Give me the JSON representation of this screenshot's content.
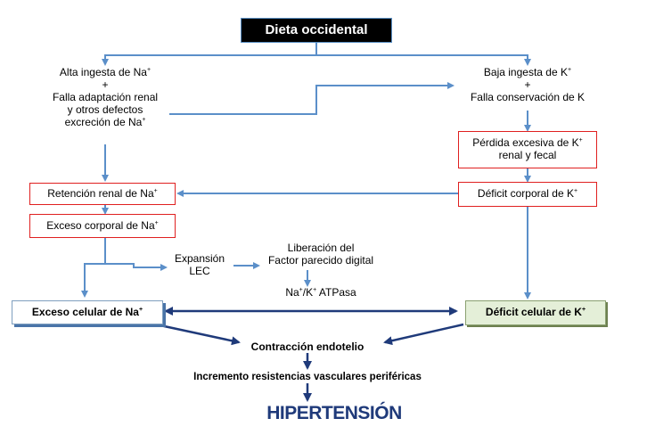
{
  "title": "Dieta occidental",
  "left_branch": {
    "line1": "Alta ingesta de Na",
    "plus": "+",
    "line2": "Falla adaptación renal",
    "line3": "y otros defectos",
    "line4": "excreción de Na"
  },
  "right_branch": {
    "line1": "Baja ingesta de K",
    "plus": "+",
    "line2": "Falla conservación de K"
  },
  "perdida_box": {
    "line1": "Pérdida excesiva de K",
    "line2": "renal y fecal"
  },
  "retencion_box": "Retención renal de Na",
  "deficit_corporal_box": "Déficit corporal de K",
  "exceso_corporal_box": "Exceso corporal de Na",
  "expansion": {
    "line1": "Expansión",
    "line2": "LEC"
  },
  "liberacion": {
    "line1": "Liberación del",
    "line2": "Factor parecido digital"
  },
  "atpasa": {
    "na": "Na",
    "sep": "/K",
    "rest": "ATPasa"
  },
  "exceso_celular_box": "Exceso celular de Na",
  "deficit_celular_box": "Déficit celular de K",
  "contraccion": "Contracción endotelio",
  "incremento": "Incremento resistencias vasculares periféricas",
  "hipertension": "HIPERTENSIÓN",
  "superscript_plus": "+",
  "colors": {
    "arrow_blue": "#5b8fc9",
    "arrow_navy": "#1f3a7a",
    "box_red": "#e02020",
    "deficit_celular_fill": "#e4efd8"
  }
}
